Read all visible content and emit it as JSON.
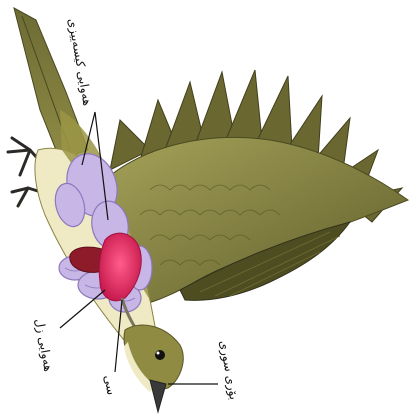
{
  "diagram": {
    "labels": {
      "air_sacs_top": "هه‌وایی کیسه‌ییزی",
      "air_sac_left": "هه‌وایی زل",
      "lung": "سی",
      "trachea": "بۆری سوری"
    },
    "colors": {
      "feather": "#8c8a3a",
      "feather_light": "#b8b460",
      "feather_dark": "#4e4d22",
      "breast": "#efe9c4",
      "air_sac": "#c7b6e6",
      "lung": "#e0245c",
      "liver": "#8e1b2a",
      "leg": "#2c2a26",
      "beak": "#3b3a3a"
    }
  }
}
